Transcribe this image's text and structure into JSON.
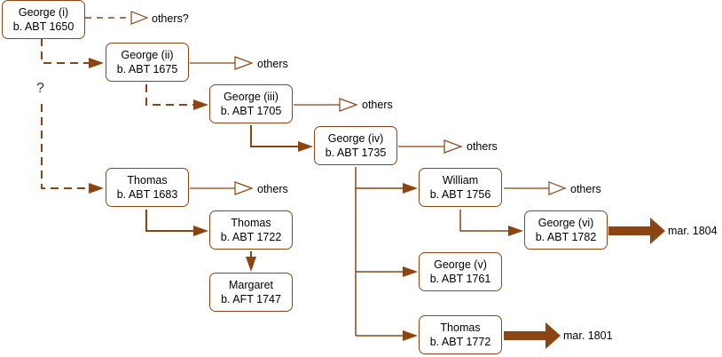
{
  "nodes": {
    "george_i": {
      "name": "George (i)",
      "birth": "b. ABT 1650"
    },
    "george_ii": {
      "name": "George (ii)",
      "birth": "b. ABT 1675"
    },
    "george_iii": {
      "name": "George (iii)",
      "birth": "b. ABT 1705"
    },
    "george_iv": {
      "name": "George (iv)",
      "birth": "b. ABT 1735"
    },
    "thomas_1683": {
      "name": "Thomas",
      "birth": "b. ABT 1683"
    },
    "thomas_1722": {
      "name": "Thomas",
      "birth": "b. ABT 1722"
    },
    "margaret": {
      "name": "Margaret",
      "birth": "b. AFT 1747"
    },
    "william": {
      "name": "William",
      "birth": "b. ABT 1756"
    },
    "george_vi": {
      "name": "George (vi)",
      "birth": "b. ABT 1782"
    },
    "george_v": {
      "name": "George (v)",
      "birth": "b. ABT 1761"
    },
    "thomas_1772": {
      "name": "Thomas",
      "birth": "b. ABT 1772"
    }
  },
  "labels": {
    "others_q": "others?",
    "others": "others",
    "uncertain": "?",
    "mar_1804": "mar. 1804",
    "mar_1801": "mar. 1801"
  },
  "colors": {
    "line": "#8B4513"
  }
}
